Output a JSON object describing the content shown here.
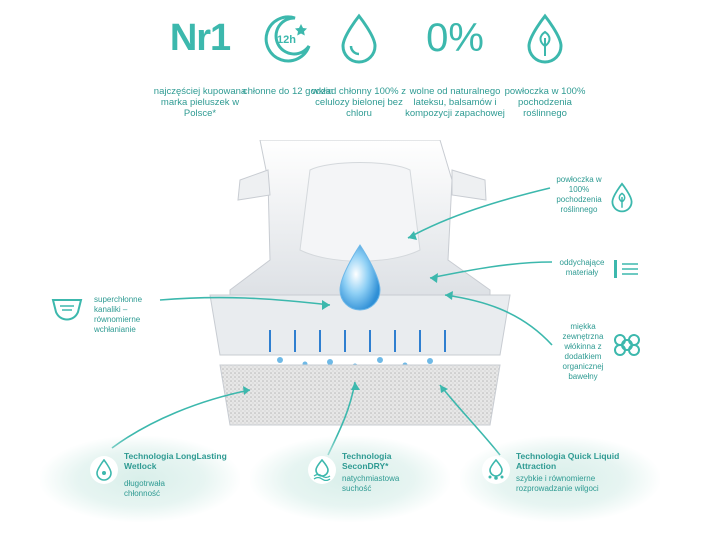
{
  "features": [
    {
      "icon": "nr1-badge",
      "big_text": "Nr1",
      "label": "najczęściej kupowana marka pieluszek w Polsce*"
    },
    {
      "icon": "moon-12h-icon",
      "icon_text": "12h",
      "label": "chłonne do 12 godzin"
    },
    {
      "icon": "water-drop-icon",
      "label": "wkład chłonny 100% z celulozy bielonej bez chloru"
    },
    {
      "icon": "zero-percent-badge",
      "big_text": "0%",
      "label": "wolne od naturalnego lateksu, balsamów i kompozycji zapachowej"
    },
    {
      "icon": "leaf-icon",
      "label": "powłoczka w 100% pochodzenia roślinnego"
    }
  ],
  "callouts": {
    "plant_cover": "powłoczka w 100% pochodzenia roślinnego",
    "breathable": "oddychające materiały",
    "soft_outer": "miękka zewnętrzna włókinna z dodatkiem organicznej bawełny",
    "channels": "superchłonne kanaliki – równomierne wchłanianie"
  },
  "technologies": [
    {
      "title": "Technologia LongLasting Wetlock",
      "desc": "długotrwała chłonność",
      "icon": "drop-lock-icon"
    },
    {
      "title": "Technologia SeconDRY*",
      "desc": "natychmiastowa suchość",
      "icon": "drop-waves-icon"
    },
    {
      "title": "Technologia Quick Liquid Attraction",
      "desc": "szybkie i równomierne rozprowadzanie wilgoci",
      "icon": "drop-bubbles-icon"
    }
  ],
  "colors": {
    "accent": "#3cb8ad",
    "text": "#2f9b93",
    "drop": "#4aa8e0"
  }
}
